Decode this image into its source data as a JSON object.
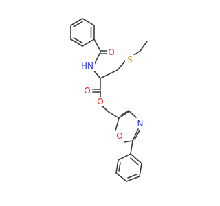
{
  "molecule": {
    "atoms": {
      "o_amide": {
        "label": "O",
        "color": "#e8231c"
      },
      "n_amide": {
        "label": "HN",
        "color": "#2a33c9"
      },
      "s_thio": {
        "label": "S",
        "color": "#c9a227"
      },
      "o_ester_carbonyl": {
        "label": "O",
        "color": "#e8231c"
      },
      "o_ester": {
        "label": "O",
        "color": "#e8231c"
      },
      "o_ring": {
        "label": "O",
        "color": "#e8231c"
      },
      "n_ring": {
        "label": "N",
        "color": "#2a33c9"
      }
    },
    "bond_color": "#3a3a3a"
  }
}
